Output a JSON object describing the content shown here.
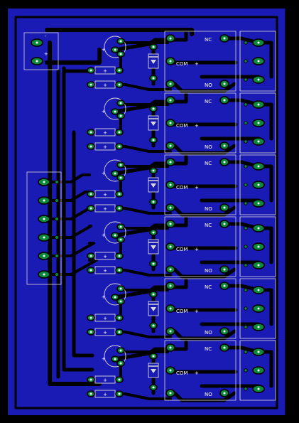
{
  "board": {
    "colors": {
      "background": "#000000",
      "substrate": "#1a1ab4",
      "copper_trace": "#000000",
      "pad": "#0d8a3c",
      "silkscreen": "#ffffff"
    }
  },
  "relay_channels": [
    {
      "nc_label": "NC",
      "com_label": "COM",
      "no_label": "NO"
    },
    {
      "nc_label": "NC",
      "com_label": "COM",
      "no_label": "NO"
    },
    {
      "nc_label": "NC",
      "com_label": "COM",
      "no_label": "NO"
    },
    {
      "nc_label": "NC",
      "com_label": "COM",
      "no_label": "NO"
    },
    {
      "nc_label": "NC",
      "com_label": "COM",
      "no_label": "NO"
    },
    {
      "nc_label": "NC",
      "com_label": "COM",
      "no_label": "NO"
    }
  ],
  "power_connector": {
    "minus_label": "-",
    "plus_label": "+"
  },
  "component_marks": {
    "plus_sign": "+"
  },
  "icons": {
    "relay": "relay-outline-icon",
    "diode": "diode-icon",
    "transistor": "transistor-icon",
    "resistor": "resistor-icon",
    "header": "pin-header-icon"
  }
}
